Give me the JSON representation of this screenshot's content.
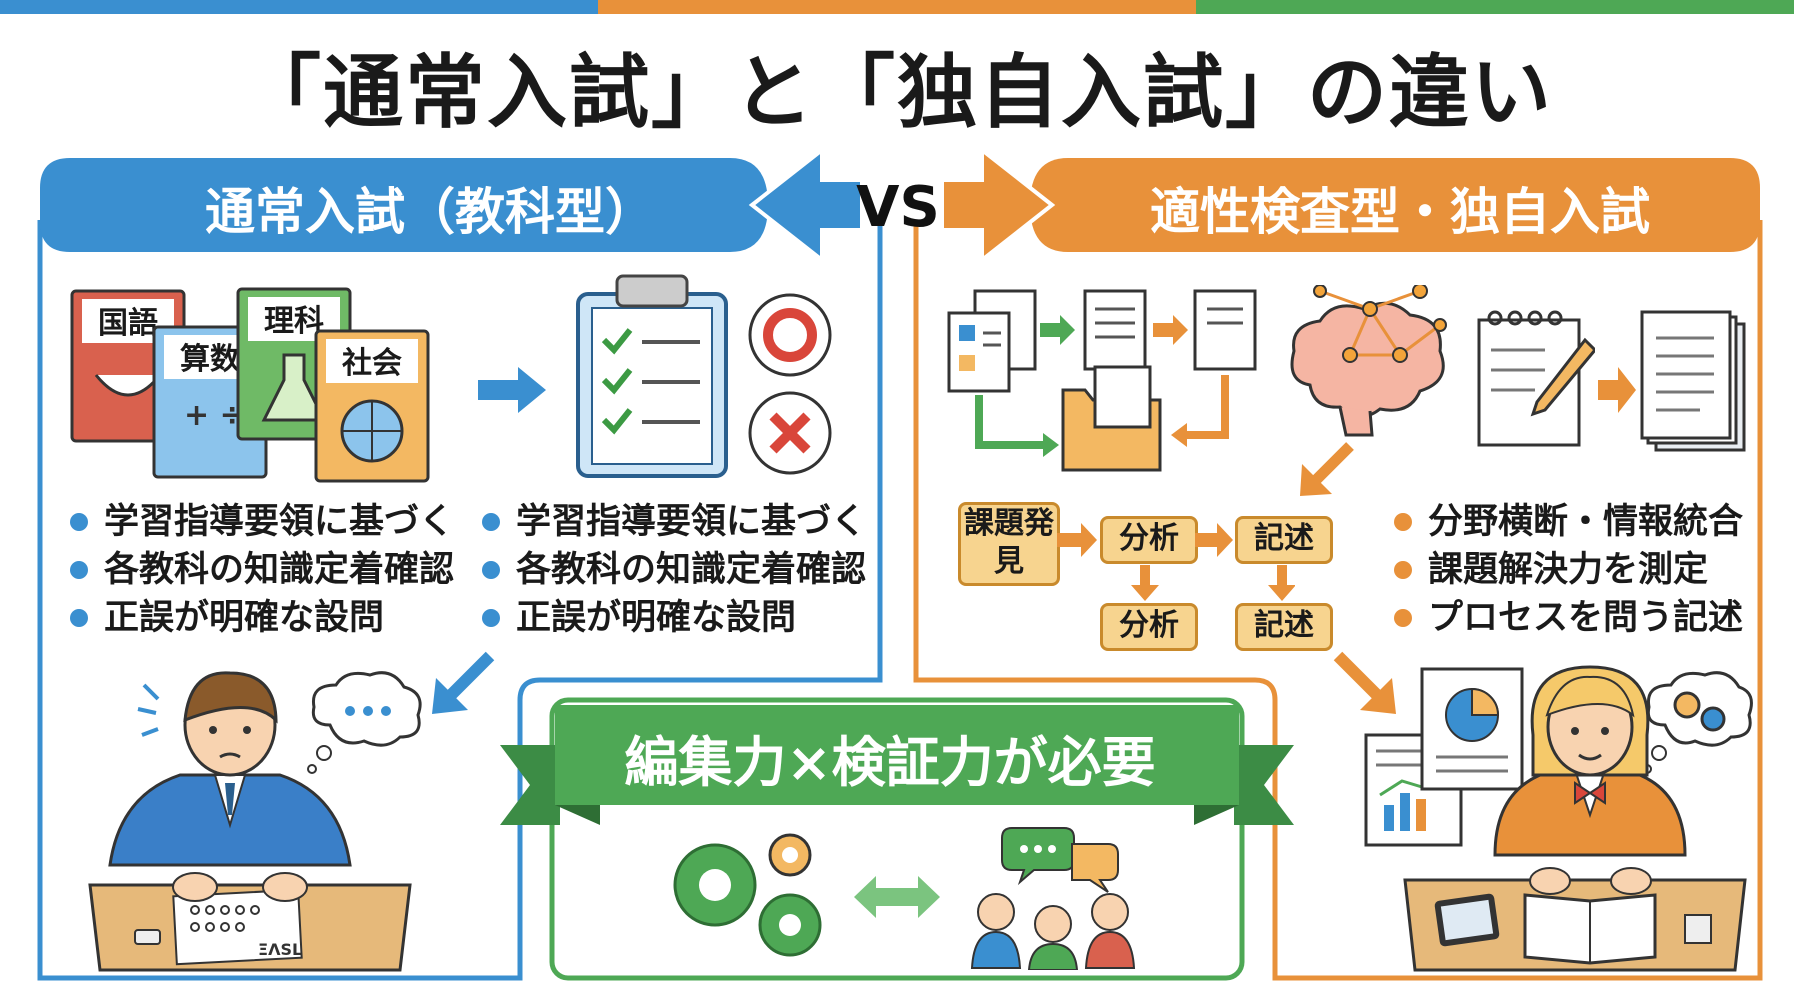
{
  "title": "「通常入試」と「独自入試」の違い",
  "vs": "VS",
  "left_panel": {
    "title": "通常入試（教科型）",
    "books": [
      "国語",
      "算数",
      "理科",
      "社会"
    ],
    "bullets_a": [
      "学習指導要領に基づく",
      "各教科の知識定着確認",
      "正誤が明確な設問"
    ],
    "bullets_b": [
      "学習指導要領に基づく",
      "各教科の知識定着確認",
      "正誤が明確な設問"
    ],
    "answer_sheet_text": "ΞΛSL"
  },
  "right_panel": {
    "title": "適性検査型・独自入試",
    "process": {
      "discover": "課題発見",
      "analysis_1": "分析",
      "description_1": "記述",
      "analysis_2": "分析",
      "description_2": "記述"
    },
    "bullets": [
      "分野横断・情報統合",
      "課題解決力を測定",
      "プロセスを問う記述"
    ]
  },
  "banner": "編集力×検証力が必要",
  "colors": {
    "blue": "#3a8fd0",
    "orange": "#e8913a",
    "green": "#4ea855"
  },
  "icons": {
    "books": "textbooks-icon",
    "checklist": "clipboard-checklist-icon",
    "correct": "circle-mark-icon",
    "wrong": "cross-mark-icon",
    "documents": "documents-flow-icon",
    "brain": "brain-network-icon",
    "notepad": "notepad-pen-icon",
    "report": "report-stack-icon",
    "gears": "gears-icon",
    "people": "team-discussion-icon",
    "boy": "student-boy-icon",
    "girl": "student-girl-icon"
  }
}
